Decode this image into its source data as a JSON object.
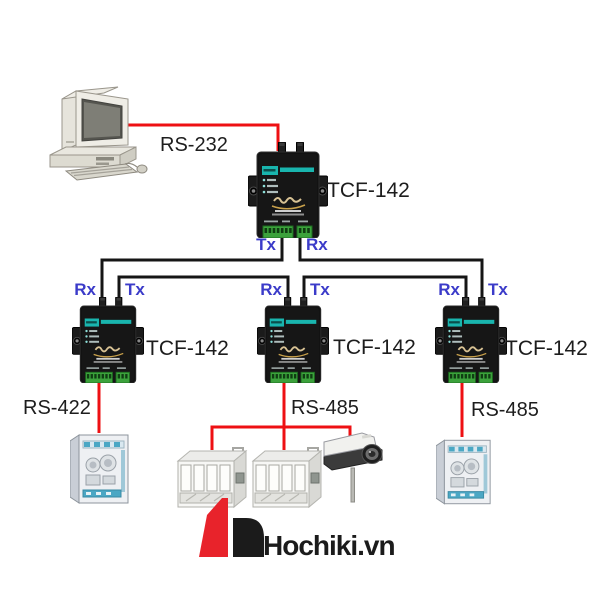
{
  "diagram": {
    "pc_link_label": "RS-232",
    "top_device": {
      "model": "TCF-142",
      "tx": "Tx",
      "rx": "Rx"
    },
    "devices": [
      {
        "model": "TCF-142",
        "rx": "Rx",
        "tx": "Tx",
        "serial": "RS-422"
      },
      {
        "model": "TCF-142",
        "rx": "Rx",
        "tx": "Tx",
        "serial": "RS-485"
      },
      {
        "model": "TCF-142",
        "rx": "Rx",
        "tx": "Tx",
        "serial": "RS-485"
      }
    ],
    "equipment": [
      "pc-workstation",
      "control-panel",
      "pa-rack-unit",
      "pa-rack-unit",
      "camera-on-pole",
      "control-panel"
    ],
    "logo_text": "Hochiki.vn",
    "colors": {
      "serial_wire": "#ee1013",
      "fiber_wire": "#151515",
      "txrx_label": "#3b3bc9",
      "device_accent_teal": "#19b5ae",
      "terminal_green": "#3ca23c",
      "logo_red": "#e8232b",
      "logo_black": "#1b1b1b"
    }
  }
}
